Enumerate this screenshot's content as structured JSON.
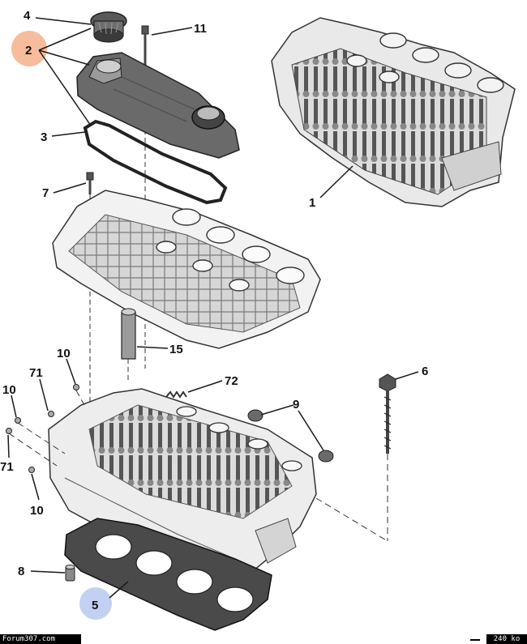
{
  "labels": {
    "p1": "1",
    "p2": "2",
    "p3": "3",
    "p4": "4",
    "p5": "5",
    "p6": "6",
    "p7": "7",
    "p8": "8",
    "p9": "9",
    "p10a": "10",
    "p10b": "10",
    "p10c": "10",
    "p11": "11",
    "p15": "15",
    "p71a": "71",
    "p71b": "71",
    "p72": "72"
  },
  "footer": {
    "source": "Forum307.com",
    "size": "240 ko"
  },
  "colors": {
    "highlight_orange": "#f4b08a",
    "highlight_blue": "#b7c9ee",
    "line": "#1a1a1a",
    "part_fill": "#eeeeee",
    "part_shade": "#8a8a8a"
  }
}
